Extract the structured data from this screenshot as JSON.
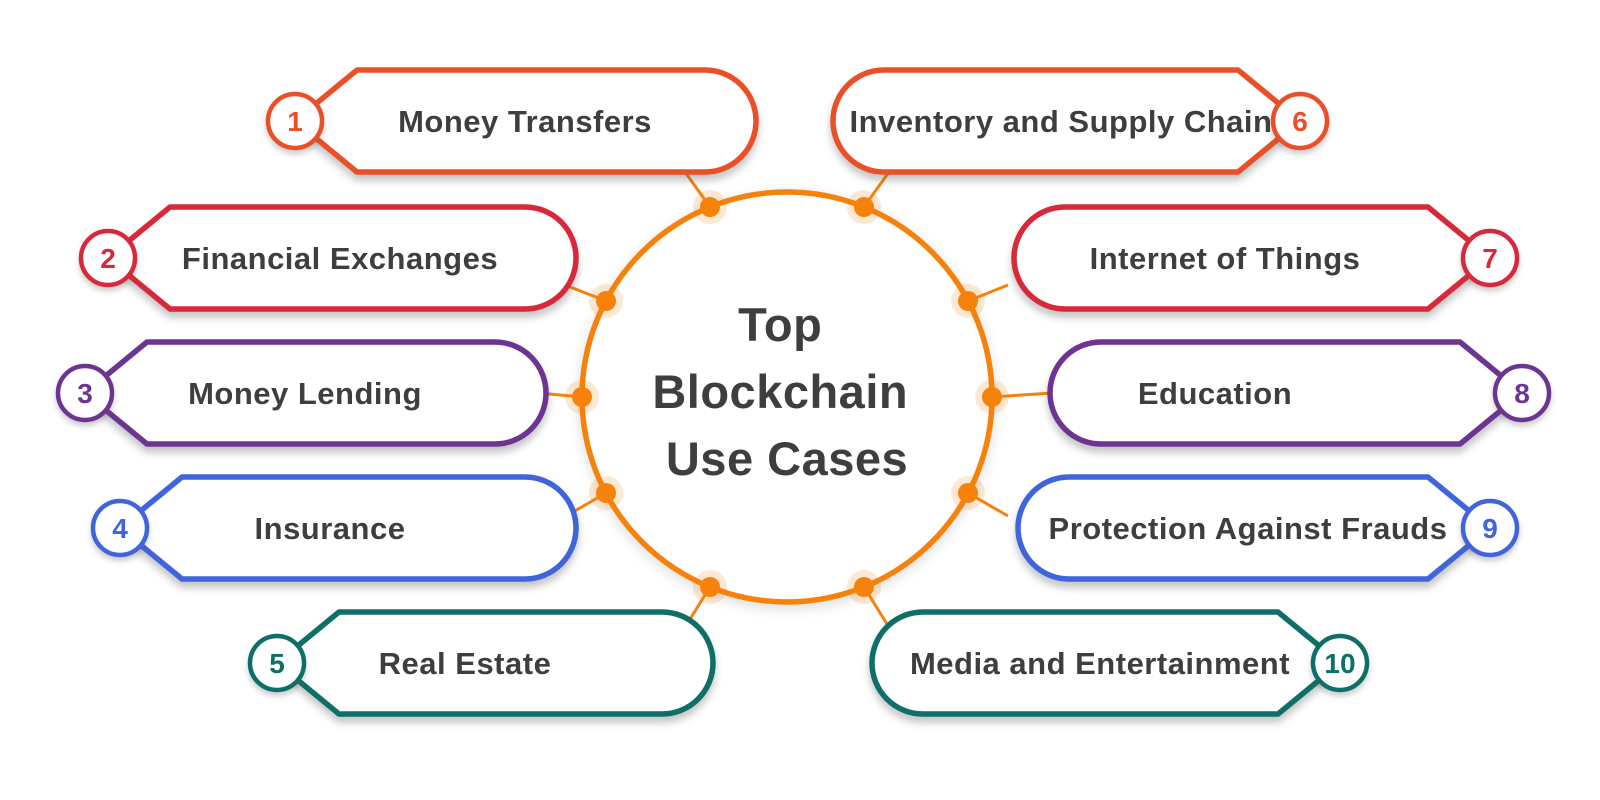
{
  "title": {
    "lines": [
      "Top",
      "Blockchain",
      "Use Cases"
    ]
  },
  "theme": {
    "hub_color": "#F6820C",
    "text_color": "#3E3E3E",
    "shape_fill": "#FFFFFF",
    "background": "#FFFFFF"
  },
  "items": [
    {
      "number": "1",
      "label": "Money Transfers",
      "color": "#EB4F27"
    },
    {
      "number": "2",
      "label": "Financial Exchanges",
      "color": "#D8293A"
    },
    {
      "number": "3",
      "label": "Money Lending",
      "color": "#6D3492"
    },
    {
      "number": "4",
      "label": "Insurance",
      "color": "#3F64DC"
    },
    {
      "number": "5",
      "label": "Real Estate",
      "color": "#0E6F68"
    },
    {
      "number": "6",
      "label": "Inventory and Supply Chain",
      "color": "#EB4F27"
    },
    {
      "number": "7",
      "label": "Internet of Things",
      "color": "#D8293A"
    },
    {
      "number": "8",
      "label": "Education",
      "color": "#6D3492"
    },
    {
      "number": "9",
      "label": "Protection Against Frauds",
      "color": "#3F64DC"
    },
    {
      "number": "10",
      "label": "Media and Entertainment",
      "color": "#0E6F68"
    }
  ]
}
